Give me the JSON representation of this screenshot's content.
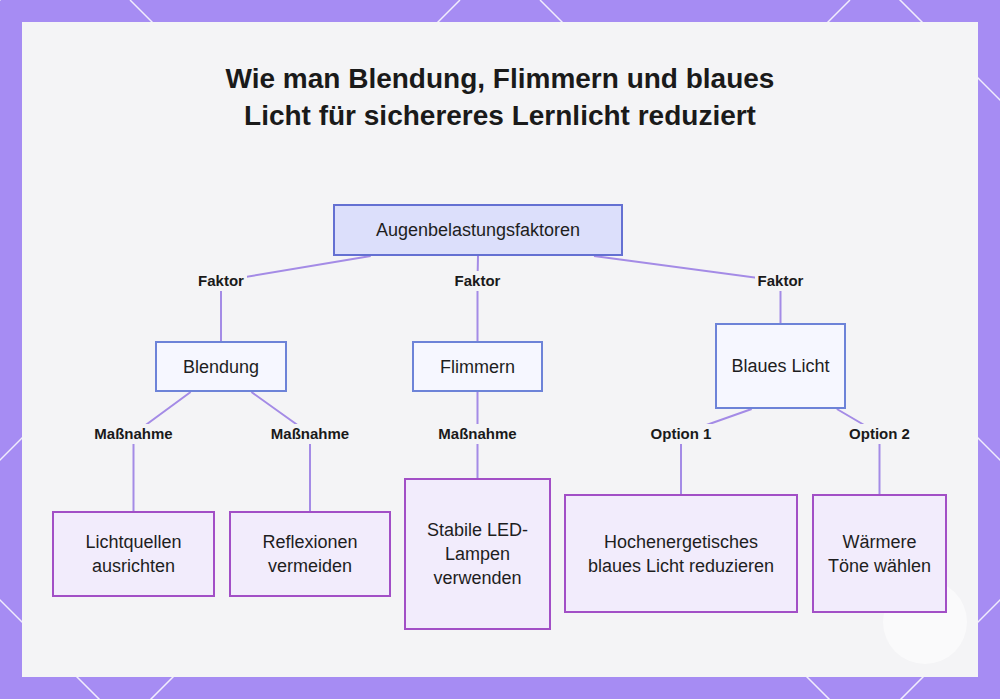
{
  "diagram": {
    "title": "Wie man Blendung, Flimmern und blaues Licht für sichereres Lernlicht reduziert",
    "nodes": [
      {
        "text": [
          "Augenbelastungsfaktoren"
        ]
      },
      {
        "text": [
          "Blendung"
        ]
      },
      {
        "text": [
          "Flimmern"
        ]
      },
      {
        "text": [
          "Blaues Licht"
        ]
      },
      {
        "text": [
          "Lichtquellen ausrichten"
        ]
      },
      {
        "text": [
          "Reflexionen vermeiden"
        ]
      },
      {
        "text": [
          "Stabile LED-Lampen verwenden"
        ]
      },
      {
        "text": [
          "Hochenergetisches blaues Licht reduzieren"
        ]
      },
      {
        "text": [
          "Wärmere Töne wählen"
        ]
      }
    ],
    "edges": [
      {
        "from": 0,
        "to": 1,
        "label": "Faktor",
        "arrow": "none"
      },
      {
        "from": 0,
        "to": 2,
        "label": "Faktor",
        "arrow": "none"
      },
      {
        "from": 0,
        "to": 3,
        "label": "Faktor",
        "arrow": "none"
      },
      {
        "from": 1,
        "to": 4,
        "label": "Maßnahme",
        "arrow": "none"
      },
      {
        "from": 1,
        "to": 5,
        "label": "Maßnahme",
        "arrow": "none"
      },
      {
        "from": 2,
        "to": 6,
        "label": "Maßnahme",
        "arrow": "none"
      },
      {
        "from": 3,
        "to": 7,
        "label": "Option 1",
        "arrow": "none"
      },
      {
        "from": 3,
        "to": 8,
        "label": "Option 2",
        "arrow": "none"
      }
    ]
  }
}
